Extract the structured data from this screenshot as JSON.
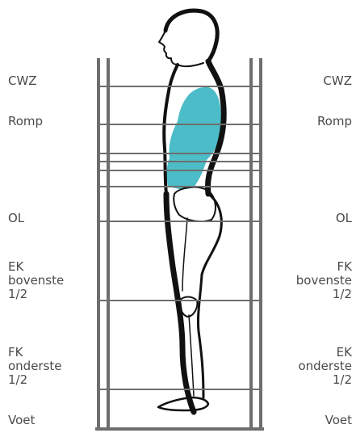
{
  "left_labels": [
    {
      "lines": [
        "CWZ"
      ]
    },
    {
      "lines": [
        "Romp"
      ]
    },
    {
      "lines": [
        "OL"
      ]
    },
    {
      "lines": [
        "EK",
        "bovenste",
        "1/2"
      ]
    },
    {
      "lines": [
        "FK",
        "onderste",
        "1/2"
      ]
    },
    {
      "lines": [
        "Voet"
      ]
    }
  ],
  "right_labels": [
    {
      "lines": [
        "CWZ"
      ]
    },
    {
      "lines": [
        "Romp"
      ]
    },
    {
      "lines": [
        "OL"
      ]
    },
    {
      "lines": [
        "FK",
        "bovenste",
        "1/2"
      ]
    },
    {
      "lines": [
        "EK",
        "onderste",
        "1/2"
      ]
    },
    {
      "lines": [
        "Voet"
      ]
    }
  ],
  "colors": {
    "frame": "#6e6e6e",
    "organ": "#4bbcc8",
    "figure_outline": "#111111"
  }
}
